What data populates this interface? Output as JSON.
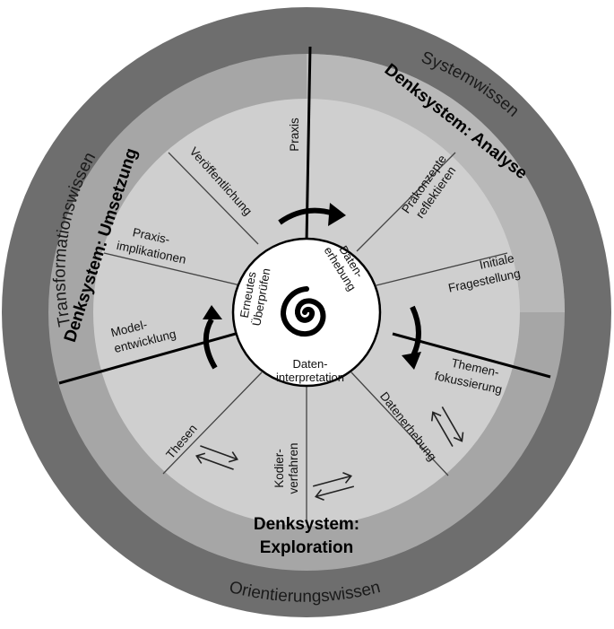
{
  "outer_ring": {
    "top_right": "Systemwissen",
    "left": "Transformationswissen",
    "bottom": "Orientierungswissen"
  },
  "systems": {
    "analyse": "Denksystem: Analyse",
    "umsetzung": "Denksystem: Umsetzung",
    "exploration_line1": "Denksystem:",
    "exploration_line2": "Exploration"
  },
  "phases": {
    "praxis": "Praxis",
    "praekonzepte_1": "Präkonzepte",
    "praekonzepte_2": "reflektieren",
    "initiale_1": "Initiale",
    "initiale_2": "Fragestellung",
    "themen_1": "Themen-",
    "themen_2": "fokussierung",
    "datenerhebung": "Datenerhebung",
    "kodier_1": "Kodier-",
    "kodier_2": "verfahren",
    "thesen": "Thesen",
    "model_1": "Model-",
    "model_2": "entwicklung",
    "praxisimpl_1": "Praxis-",
    "praxisimpl_2": "implikationen",
    "veroeff": "Veröffentlichung"
  },
  "center": {
    "daten_erhebung_1": "Daten-",
    "daten_erhebung_2": "erhebung",
    "daten_interpretation_1": "Daten-",
    "daten_interpretation_2": "interpretation",
    "erneutes_1": "Erneutes",
    "erneutes_2": "Überprüfen"
  },
  "colors": {
    "outer": "#6e6e6e",
    "middle": "#a6a6a6",
    "analyse_sector": "#bdbdbd",
    "inner": "#d0d0d0",
    "center": "#ffffff"
  }
}
